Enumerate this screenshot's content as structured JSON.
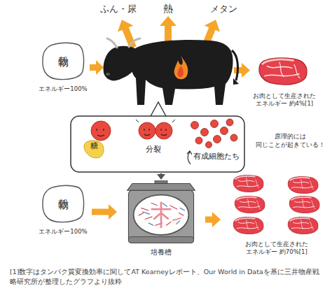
{
  "diagram": {
    "caption": "[1]数字はタンパク質変換効率に関してAT Kearneyレポート、Our World in Dataを基に三井物産戦略研究所が整理したグラフより抜粋",
    "nodes": [
      {
        "text": [
          "穀物",
          "エネルギー100%"
        ]
      },
      {
        "text": [
          "お肉として生産された エネルギー 約4%[1]"
        ]
      },
      {
        "text": [
          "糖",
          "分裂",
          "有成細胞たち"
        ]
      },
      {
        "text": [
          "穀物",
          "エネルギー100%"
        ]
      },
      {
        "text": [
          "培養槽"
        ]
      },
      {
        "text": [
          "お肉として生産された エネルギー 約70%[1]"
        ]
      }
    ],
    "edges": [
      {
        "from": 2,
        "to": 4,
        "arrow": "to"
      },
      {
        "from": 3,
        "to": 4,
        "arrow": "to"
      },
      {
        "from": 4,
        "to": 5,
        "arrow": "to"
      }
    ],
    "labels": [
      "ふん・尿",
      "熱",
      "メタン",
      "原理的には 同じことが起きている！"
    ]
  }
}
